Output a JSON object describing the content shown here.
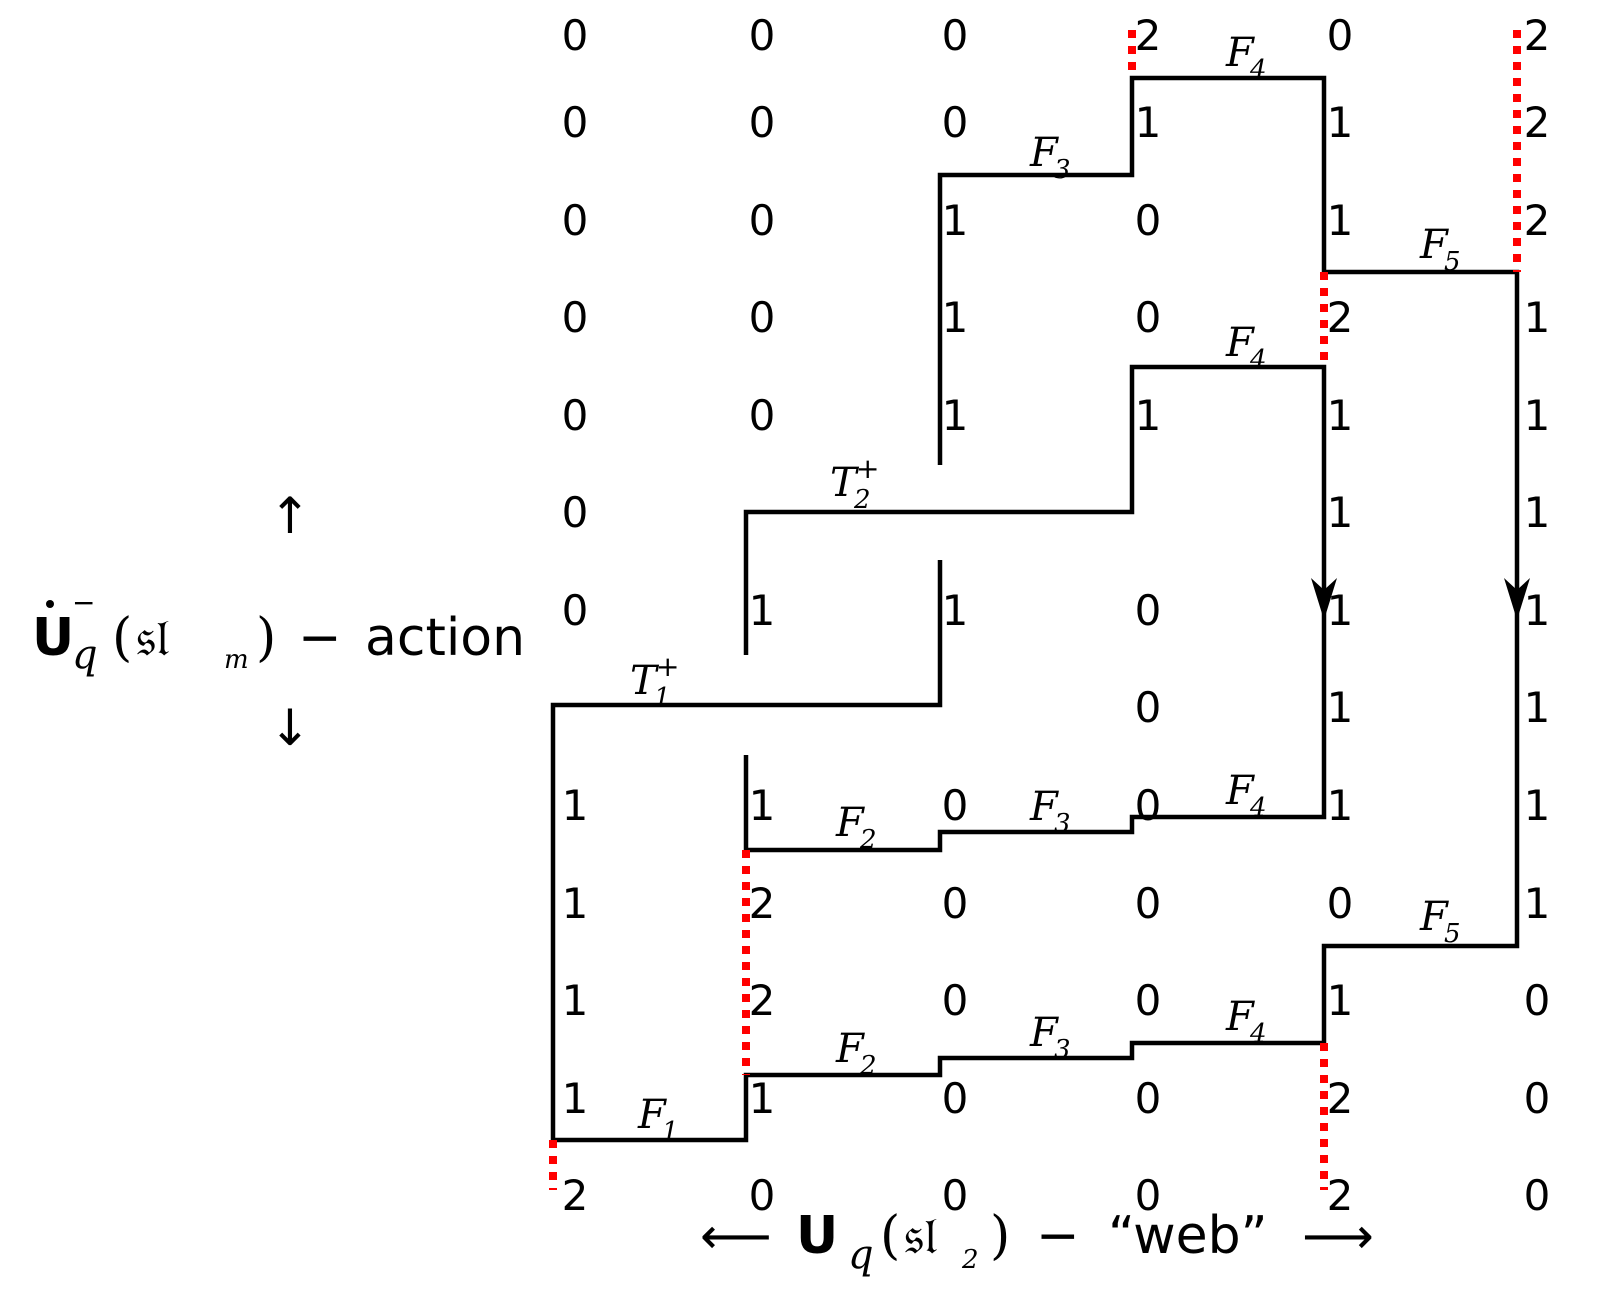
{
  "grid_values": [
    [
      "0",
      "0",
      "0",
      "2",
      "0",
      "2"
    ],
    [
      "0",
      "0",
      "0",
      "1",
      "1",
      "2"
    ],
    [
      "0",
      "0",
      "1",
      "0",
      "1",
      "2"
    ],
    [
      "0",
      "0",
      "1",
      "0",
      "2",
      "1"
    ],
    [
      "0",
      "0",
      "1",
      "1",
      "1",
      "1"
    ],
    [
      "0",
      "",
      "",
      "",
      "1",
      "1"
    ],
    [
      "0",
      "1",
      "1",
      "0",
      "1",
      "1"
    ],
    [
      "",
      "",
      "",
      "0",
      "1",
      "1"
    ],
    [
      "1",
      "1",
      "0",
      "0",
      "1",
      "1"
    ],
    [
      "1",
      "2",
      "0",
      "0",
      "0",
      "1"
    ],
    [
      "1",
      "2",
      "0",
      "0",
      "1",
      "0"
    ],
    [
      "1",
      "1",
      "0",
      "0",
      "2",
      "0"
    ],
    [
      "2",
      "0",
      "0",
      "0",
      "2",
      "0"
    ]
  ],
  "path_labels": [
    {
      "id": "f4-top",
      "main": "F",
      "sub": "4",
      "sup": ""
    },
    {
      "id": "f3-top",
      "main": "F",
      "sub": "3",
      "sup": ""
    },
    {
      "id": "f5-top",
      "main": "F",
      "sub": "5",
      "sup": ""
    },
    {
      "id": "f4-mid",
      "main": "F",
      "sub": "4",
      "sup": ""
    },
    {
      "id": "t2",
      "main": "T",
      "sub": "2",
      "sup": "+"
    },
    {
      "id": "t1",
      "main": "T",
      "sub": "1",
      "sup": "+"
    },
    {
      "id": "f2-a",
      "main": "F",
      "sub": "2",
      "sup": ""
    },
    {
      "id": "f3-a",
      "main": "F",
      "sub": "3",
      "sup": ""
    },
    {
      "id": "f4-a",
      "main": "F",
      "sub": "4",
      "sup": ""
    },
    {
      "id": "f5-b",
      "main": "F",
      "sub": "5",
      "sup": ""
    },
    {
      "id": "f2-b",
      "main": "F",
      "sub": "2",
      "sup": ""
    },
    {
      "id": "f3-b",
      "main": "F",
      "sub": "3",
      "sup": ""
    },
    {
      "id": "f4-b",
      "main": "F",
      "sub": "4",
      "sup": ""
    },
    {
      "id": "f1",
      "main": "F",
      "sub": "1",
      "sup": ""
    }
  ],
  "vertical_axis": {
    "symbol": "U",
    "sup": "−",
    "sub": "q",
    "algebra_open": "(",
    "algebra": "𝔰𝔩",
    "algebra_sub": "m",
    "algebra_close": ")",
    "dash": "−",
    "word": "action",
    "arrow_up": "↑",
    "arrow_down": "↓"
  },
  "horizontal_axis": {
    "arrow_left": "⟵",
    "symbol": "U",
    "sub": "q",
    "algebra_open": "(",
    "algebra": "𝔰𝔩",
    "algebra_sub": "2",
    "algebra_close": ")",
    "dash": "−",
    "word": "“web”",
    "arrow_right": "⟶"
  },
  "colors": {
    "line": "#000000",
    "dots": "#ff0000"
  }
}
